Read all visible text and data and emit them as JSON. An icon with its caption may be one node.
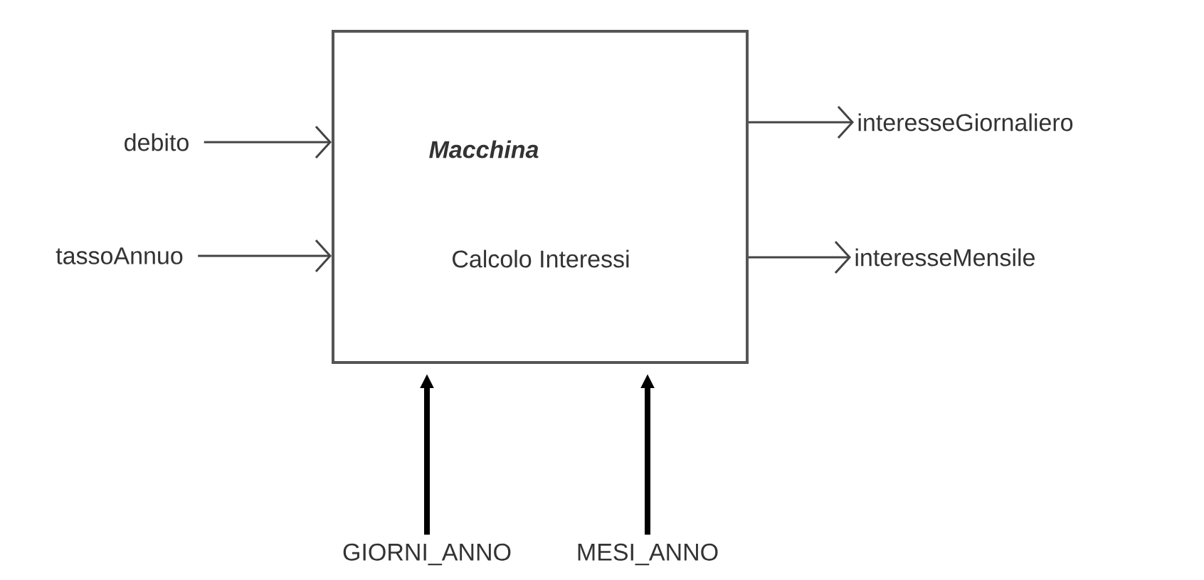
{
  "diagram": {
    "nodes": [
      {
        "text": [
          "Macchina",
          "Calcolo Interessi"
        ]
      },
      {
        "text": [
          "debito"
        ]
      },
      {
        "text": [
          "tassoAnnuo"
        ]
      },
      {
        "text": [
          "interesseGiornaliero"
        ]
      },
      {
        "text": [
          "interesseMensile"
        ]
      },
      {
        "text": [
          "GIORNI_ANNO"
        ]
      },
      {
        "text": [
          "MESI_ANNO"
        ]
      }
    ],
    "edges": [
      {
        "from": 1,
        "to": 0,
        "arrow": "to"
      },
      {
        "from": 2,
        "to": 0,
        "arrow": "to"
      },
      {
        "from": 0,
        "to": 3,
        "arrow": "to"
      },
      {
        "from": 0,
        "to": 4,
        "arrow": "to"
      },
      {
        "from": 5,
        "to": 0,
        "arrow": "to",
        "style": "thick"
      },
      {
        "from": 6,
        "to": 0,
        "arrow": "to",
        "style": "thick"
      }
    ]
  }
}
